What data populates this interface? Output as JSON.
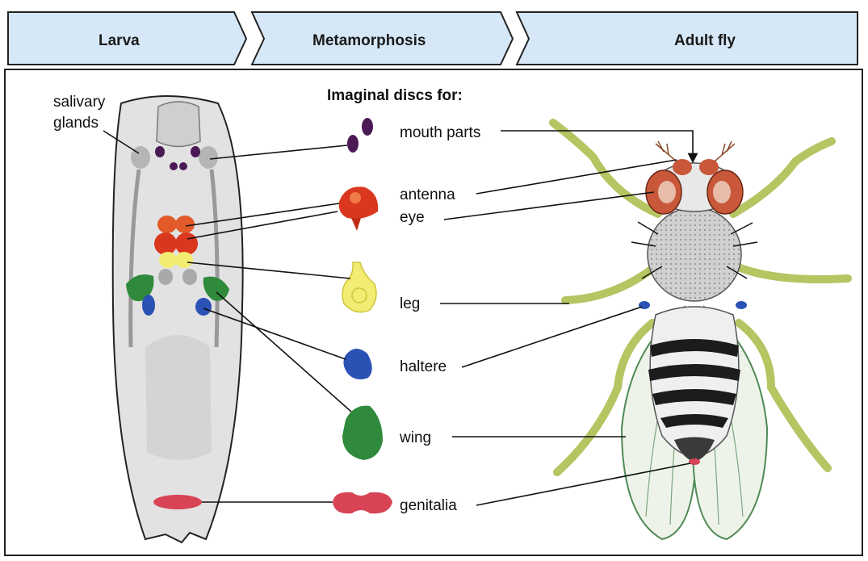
{
  "stages": [
    "Larva",
    "Metamorphosis",
    "Adult fly"
  ],
  "discs_heading": "Imaginal discs for:",
  "larva_label": [
    "salivary",
    "glands"
  ],
  "discs": [
    "mouth parts",
    "antenna",
    "eye",
    "leg",
    "haltere",
    "wing",
    "genitalia"
  ],
  "colors": {
    "banner": "#d6e8f7",
    "mouth_parts": "#4b1a55",
    "antenna_eye": "#d9381e",
    "leg": "#f2ec72",
    "haltere": "#2a52b5",
    "wing": "#2f8a3c",
    "genitalia": "#d84455",
    "fly_body": "#c9c9c9",
    "fly_legs": "#c8d67a",
    "fly_eye": "#c9573a"
  }
}
